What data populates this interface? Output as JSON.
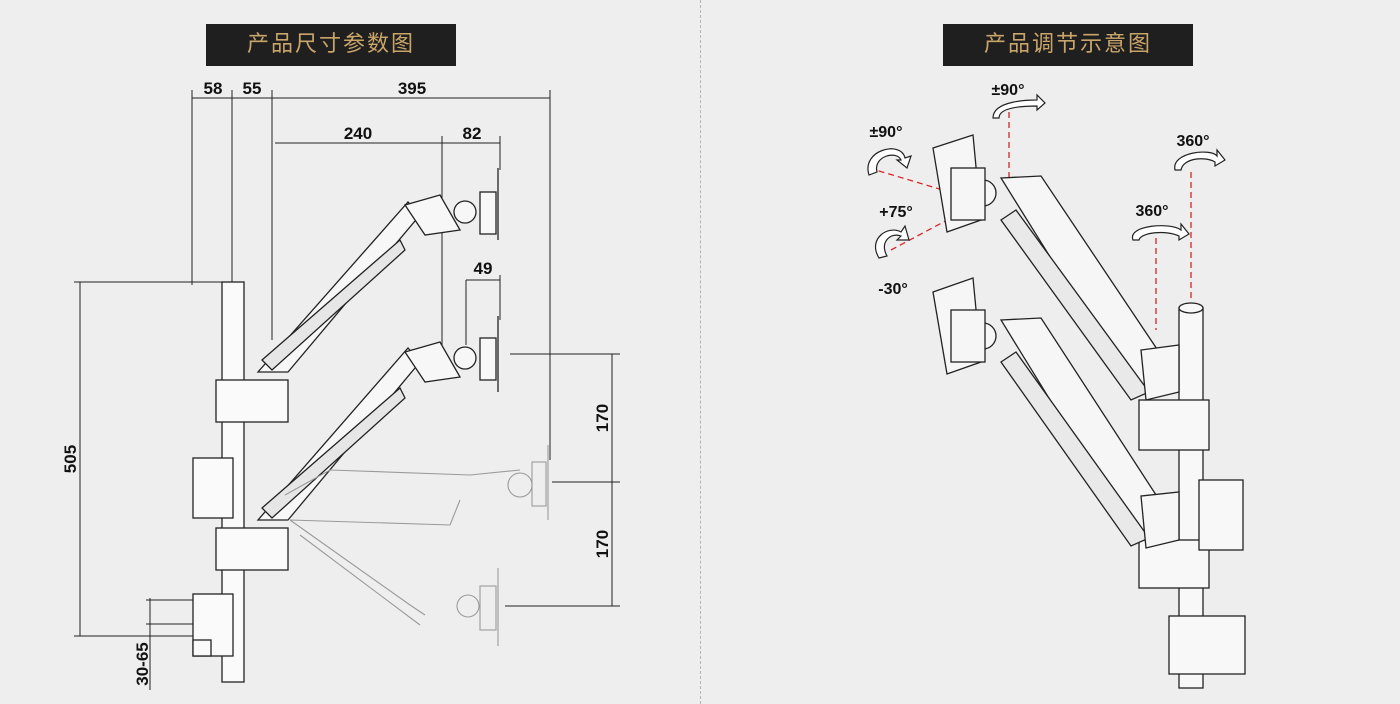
{
  "left": {
    "title": "产品尺寸参数图",
    "dims": {
      "d58": "58",
      "d55": "55",
      "d395": "395",
      "d240": "240",
      "d82": "82",
      "d49": "49",
      "d505": "505",
      "d170a": "170",
      "d170b": "170",
      "d3065": "30-65"
    }
  },
  "right": {
    "title": "产品调节示意图",
    "angles": {
      "tilt": "±90°",
      "rot": "±90°",
      "up": "+75°",
      "down": "-30°",
      "arm360": "360°",
      "pole360": "360°"
    }
  },
  "colors": {
    "title_bg": "#1f1f1f",
    "title_text": "#caa56a",
    "background": "#eeeeee",
    "guide_red": "#d6262b"
  },
  "icons": [
    "rotation-arrow-icon"
  ]
}
